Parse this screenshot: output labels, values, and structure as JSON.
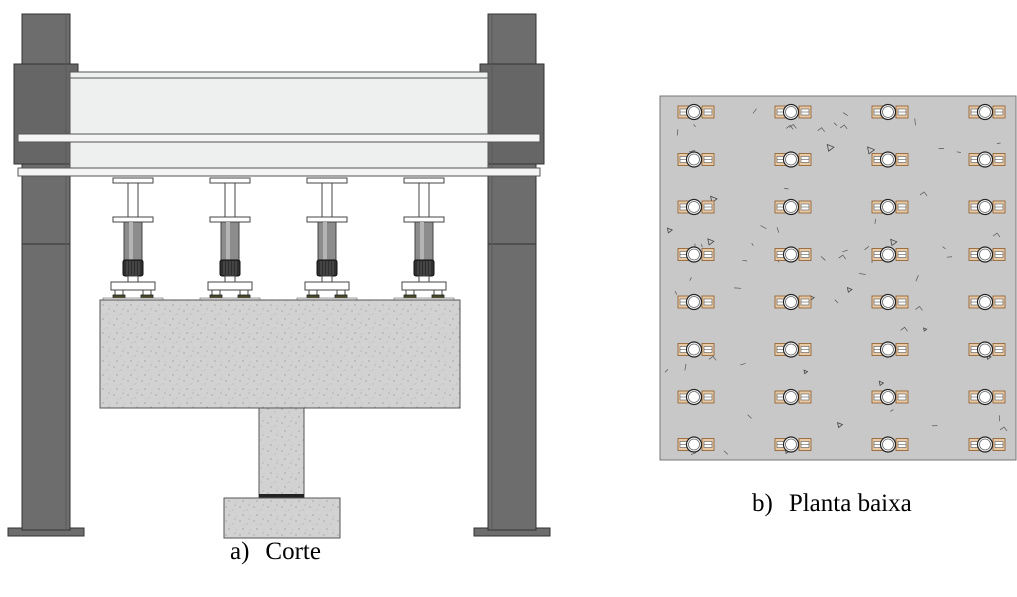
{
  "captions": {
    "section": {
      "tag": "a)",
      "text": "Corte"
    },
    "plan": {
      "tag": "b)",
      "text": "Planta baixa"
    }
  },
  "colors": {
    "steel": "#6d6d6d",
    "steel_dark": "#3f3f3f",
    "beam_fill": "#eef0f0",
    "concrete": "#d2d2d2",
    "plan_bg": "#c8c8c8",
    "anchor_plate": "#e8c9a4",
    "anchor_edge": "#8a5a2b",
    "nut": "#2f2f2f"
  },
  "section": {
    "actuator_count": 4
  },
  "plan": {
    "rows": 8,
    "cols": 4
  }
}
